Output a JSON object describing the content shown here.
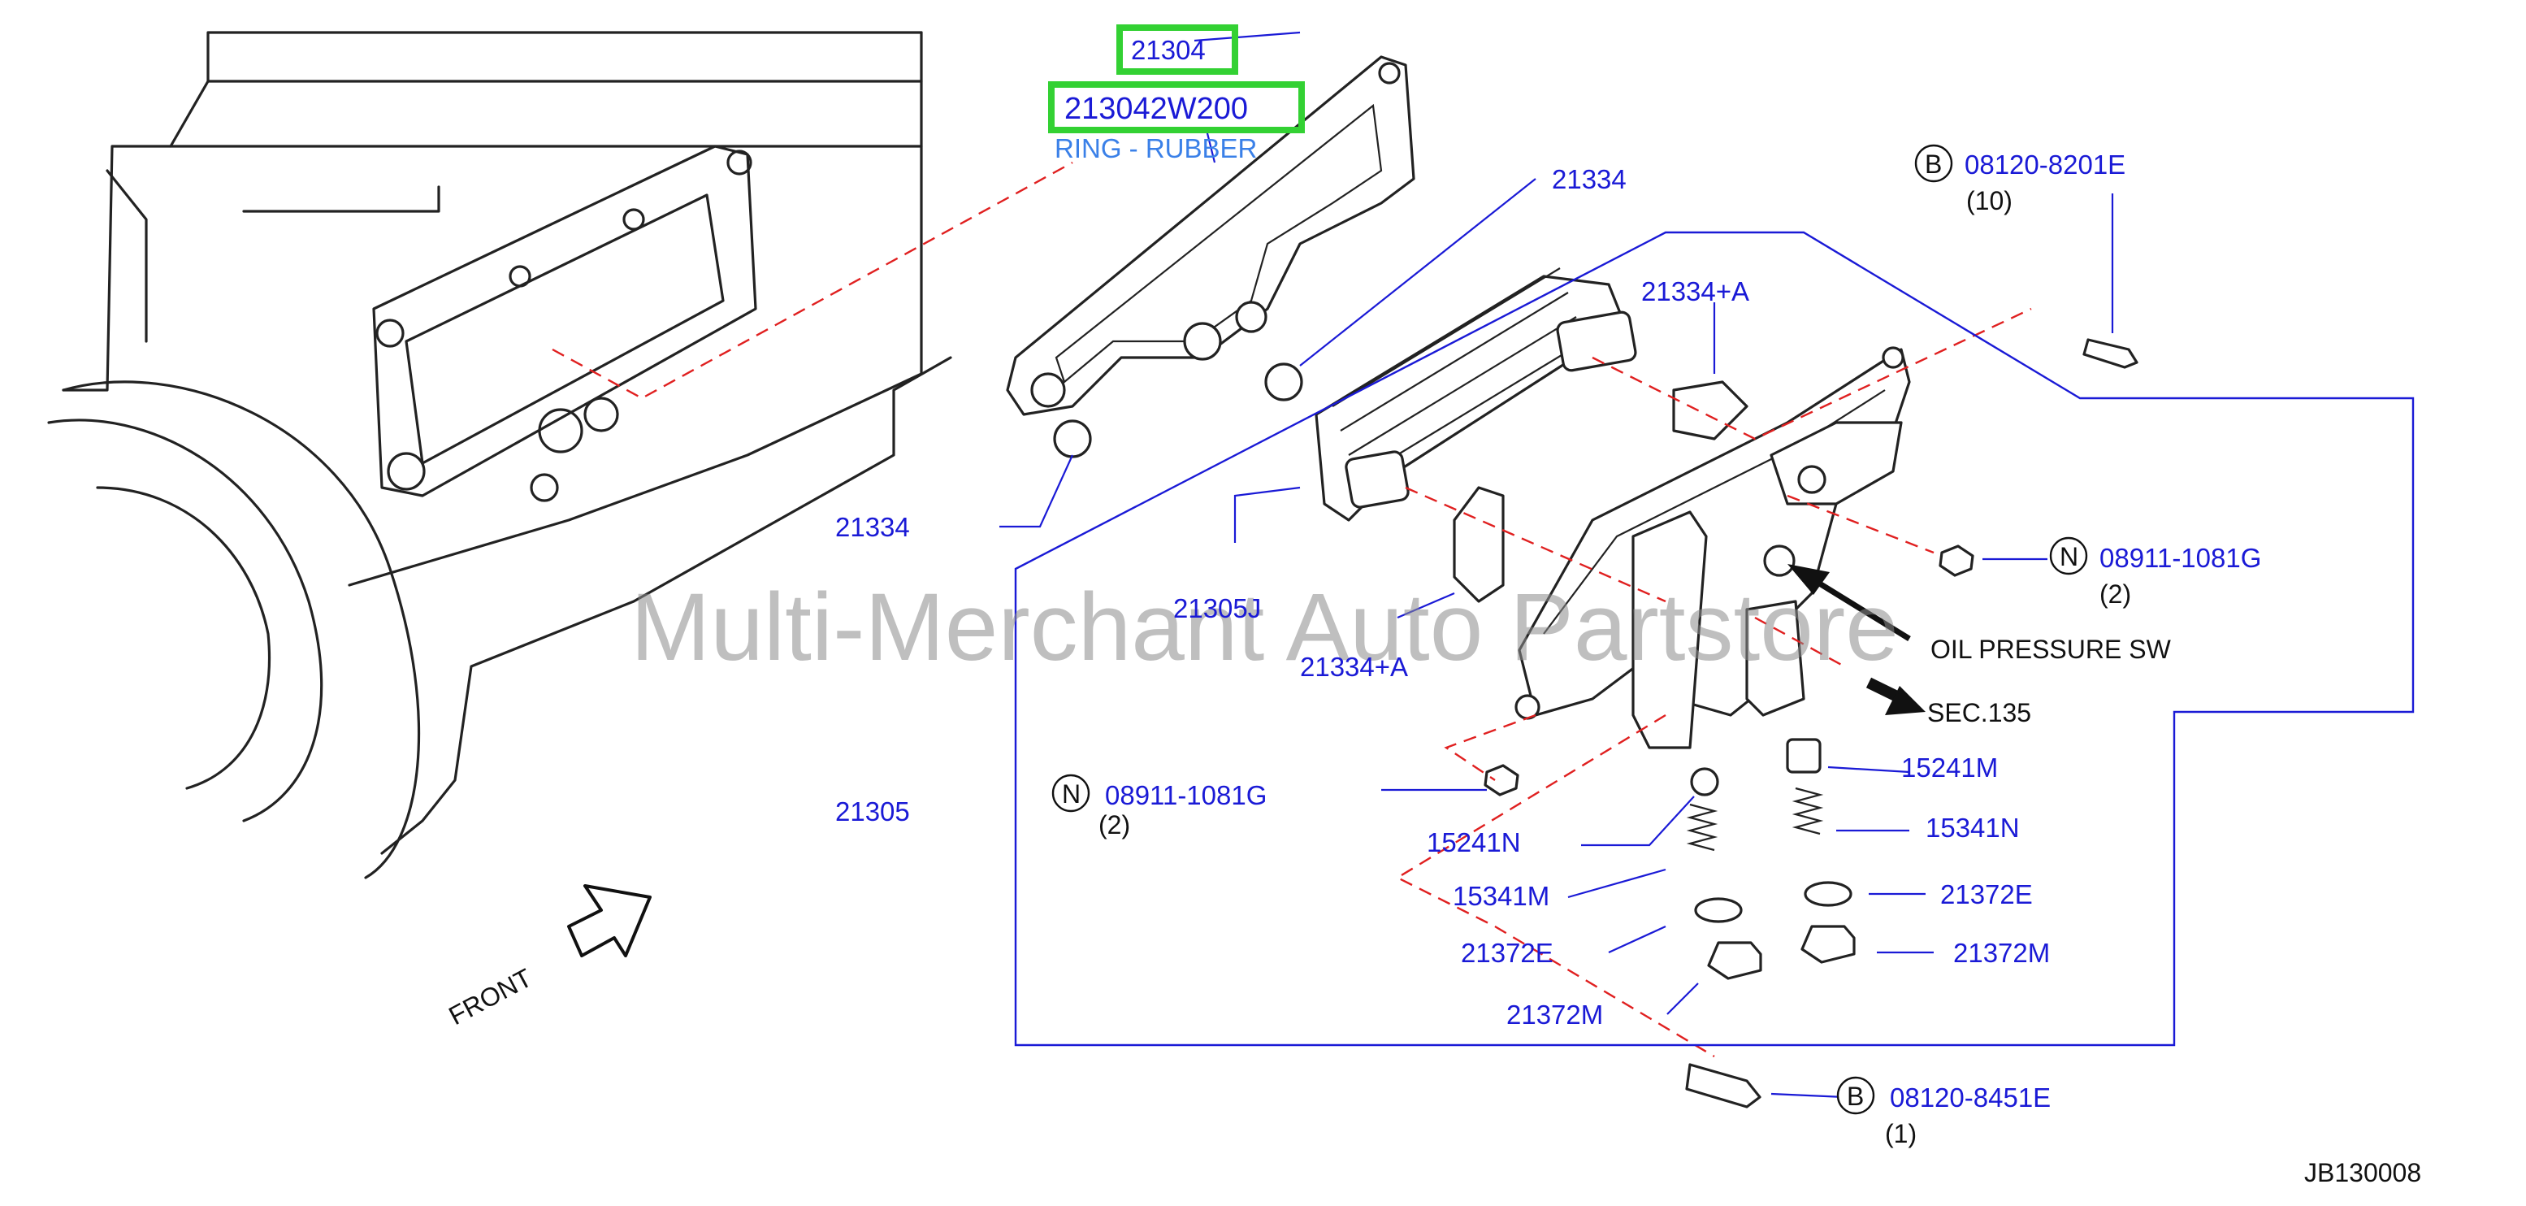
{
  "diagram_code": "JB130008",
  "watermark": "Multi-Merchant Auto Partstore",
  "front_label": "FRONT",
  "highlighted": {
    "group_number": "21304",
    "part_number": "213042W200",
    "part_name": "RING - RUBBER"
  },
  "callouts": {
    "c21334_top": "21334",
    "c21334_left": "21334",
    "c21334A_top": "21334+A",
    "c21334A_bot": "21334+A",
    "c21305J": "21305J",
    "c21305": "21305",
    "c15241M": "15241M",
    "c15341N": "15341N",
    "c21372E_r": "21372E",
    "c21372M_r": "21372M",
    "c15241N": "15241N",
    "c15341M": "15341M",
    "c21372E_l": "21372E",
    "c21372M_l": "21372M",
    "oil_pressure_sw": "OIL  PRESSURE  SW",
    "sec135": "SEC.135"
  },
  "fasteners": {
    "bolt_top": {
      "badge": "B",
      "part": "08120-8201E",
      "qty": "(10)"
    },
    "nut_right": {
      "badge": "N",
      "part": "08911-1081G",
      "qty": "(2)"
    },
    "nut_left": {
      "badge": "N",
      "part": "08911-1081G",
      "qty": "(2)"
    },
    "bolt_bottom": {
      "badge": "B",
      "part": "08120-8451E",
      "qty": "(1)"
    }
  }
}
